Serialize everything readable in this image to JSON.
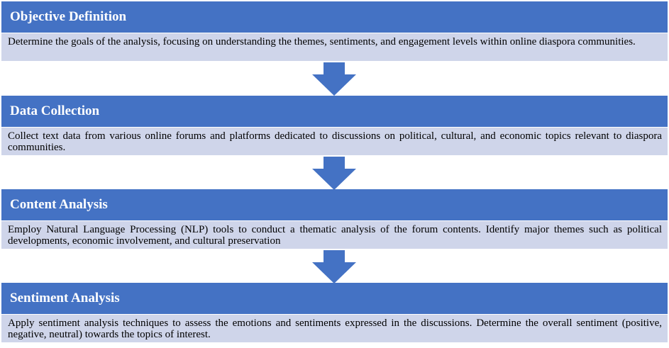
{
  "steps": [
    {
      "title": "Objective Definition",
      "description": "Determine the goals of the analysis, focusing on understanding the themes, sentiments, and engagement levels within online diaspora communities."
    },
    {
      "title": "Data Collection",
      "description": "Collect text data from various online forums and platforms dedicated to discussions on political, cultural, and economic topics relevant to diaspora communities."
    },
    {
      "title": "Content Analysis",
      "description": "Employ Natural Language Processing (NLP) tools to conduct a thematic analysis of the forum contents. Identify major themes such as political developments, economic involvement, and cultural preservation"
    },
    {
      "title": "Sentiment Analysis",
      "description": "Apply sentiment analysis techniques to assess the emotions and sentiments expressed in the discussions. Determine the overall sentiment (positive, negative, neutral) towards the topics of interest."
    }
  ],
  "colors": {
    "header": "#4472c4",
    "body": "#cfd5ea",
    "arrow": "#4472c4"
  },
  "icons": {
    "connector": "down-arrow-icon"
  }
}
